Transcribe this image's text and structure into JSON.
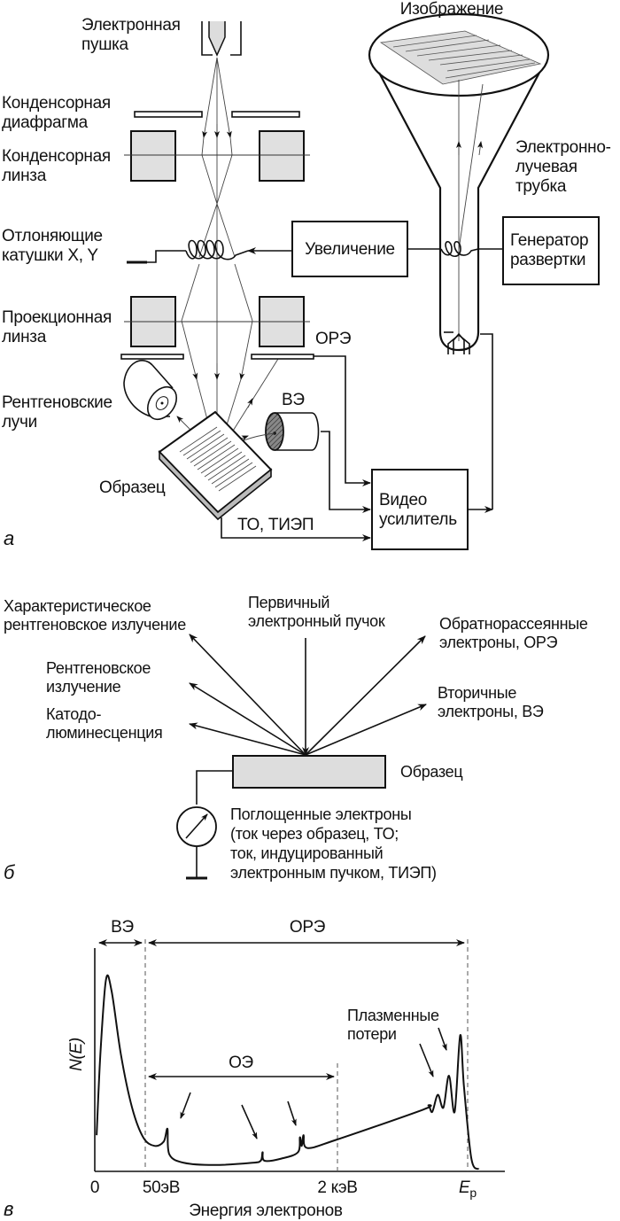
{
  "panel_a": {
    "panel_label": "а",
    "electron_gun": [
      "Электронная",
      "пушка"
    ],
    "condenser_aperture": [
      "Конденсорная",
      "диафрагма"
    ],
    "condenser_lens": [
      "Конденсорная",
      "линза"
    ],
    "deflection_coils": [
      "Отлоняющие",
      "катушки X, Y"
    ],
    "projection_lens": [
      "Проекционная",
      "линза"
    ],
    "xrays": [
      "Рентгеновские",
      "лучи"
    ],
    "sample": "Образец",
    "bse": "ОРЭ",
    "se": "ВЭ",
    "sc_ebic": "ТО, ТИЭП",
    "magnification": "Увеличение",
    "scan_generator": [
      "Генератор",
      "развертки"
    ],
    "video_amplifier": [
      "Видео",
      "усилитель"
    ],
    "image": "Изображение",
    "crt": [
      "Электронно-",
      "лучевая",
      "трубка"
    ]
  },
  "panel_b": {
    "panel_label": "б",
    "char_xray": [
      "Характеристическое",
      "рентгеновское излучение"
    ],
    "primary_beam": [
      "Первичный",
      "электронный пучок"
    ],
    "backscattered": [
      "Обратнорассеянные",
      "электроны, ОРЭ"
    ],
    "xray": [
      "Рентгеновское",
      "излучение"
    ],
    "secondary": [
      "Вторичные",
      "электроны, ВЭ"
    ],
    "cathodolum": [
      "Катодо-",
      "люминесценция"
    ],
    "sample": "Образец",
    "absorbed": [
      "Поглощенные электроны",
      "(ток через образец, ТО;",
      "ток, индуцированный",
      "электронным пучком, ТИЭП)"
    ]
  },
  "panel_c": {
    "panel_label": "в"
  },
  "chart_data": {
    "type": "line",
    "title": "",
    "xlabel": "Энергия электронов",
    "ylabel": "N(E)",
    "x_ticks": [
      "0",
      "50эВ",
      "2 кэВ",
      "Ep"
    ],
    "ep_subscript": "p",
    "ylim": [
      0,
      1
    ],
    "regions": [
      {
        "label": "ВЭ",
        "from": "0",
        "to": "50эВ"
      },
      {
        "label": "ОРЭ",
        "from": "50эВ",
        "to": "Ep"
      },
      {
        "label": "ОЭ",
        "from": "50эВ",
        "to": "2 кэВ"
      }
    ],
    "annotations": [
      {
        "text": "Плазменные потери",
        "target": "loss peaks before Ep"
      },
      {
        "text": "",
        "target": "Auger peaks (3 arrows)"
      }
    ],
    "plasmon_label": [
      "Плазменные",
      "потери"
    ],
    "x_scale_note": "schematic, non-linear axis; x in relative units 0..1 (0=0, 0.13=50эВ, 0.65=2кэВ, 1.0=Ep)",
    "points": [
      [
        0.005,
        0.17
      ],
      [
        0.015,
        0.55
      ],
      [
        0.03,
        0.9
      ],
      [
        0.045,
        0.85
      ],
      [
        0.07,
        0.55
      ],
      [
        0.1,
        0.3
      ],
      [
        0.13,
        0.16
      ],
      [
        0.16,
        0.12
      ],
      [
        0.185,
        0.14
      ],
      [
        0.195,
        0.2
      ],
      [
        0.2,
        0.08
      ],
      [
        0.24,
        0.04
      ],
      [
        0.32,
        0.03
      ],
      [
        0.42,
        0.04
      ],
      [
        0.445,
        0.05
      ],
      [
        0.45,
        0.09
      ],
      [
        0.455,
        0.05
      ],
      [
        0.5,
        0.06
      ],
      [
        0.545,
        0.09
      ],
      [
        0.55,
        0.16
      ],
      [
        0.555,
        0.12
      ],
      [
        0.56,
        0.17
      ],
      [
        0.57,
        0.11
      ],
      [
        0.65,
        0.15
      ],
      [
        0.88,
        0.29
      ],
      [
        0.895,
        0.31
      ],
      [
        0.905,
        0.28
      ],
      [
        0.92,
        0.36
      ],
      [
        0.935,
        0.3
      ],
      [
        0.95,
        0.45
      ],
      [
        0.965,
        0.28
      ],
      [
        0.98,
        0.64
      ],
      [
        0.99,
        0.4
      ],
      [
        1.01,
        0.06
      ],
      [
        1.03,
        0.01
      ]
    ]
  }
}
